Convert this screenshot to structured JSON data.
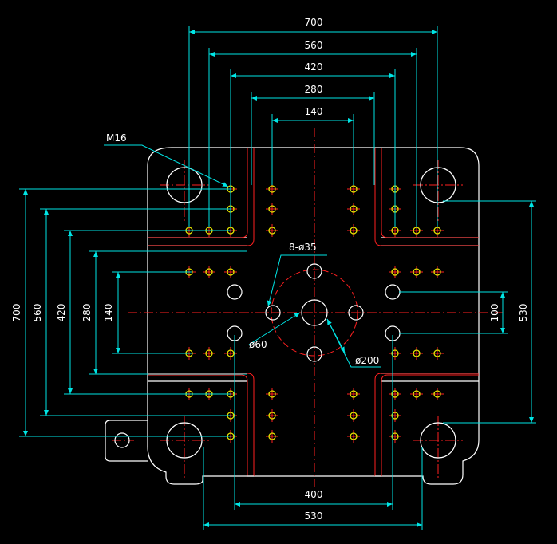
{
  "colors": {
    "background": "#000000",
    "outline": "#ffffff",
    "dimension": "#00e5e5",
    "centerline": "#ff2020",
    "tapped_hole": "#e6e600"
  },
  "labels": {
    "top_700": "700",
    "top_560": "560",
    "top_420": "420",
    "top_280": "280",
    "top_140": "140",
    "left_700": "700",
    "left_560": "560",
    "left_420": "420",
    "left_280": "280",
    "left_140": "140",
    "right_100": "100",
    "right_530": "530",
    "bottom_400": "400",
    "bottom_530": "530",
    "thread": "M16",
    "holes_8": "8-ø35",
    "dia_60": "ø60",
    "dia_200": "ø200"
  }
}
